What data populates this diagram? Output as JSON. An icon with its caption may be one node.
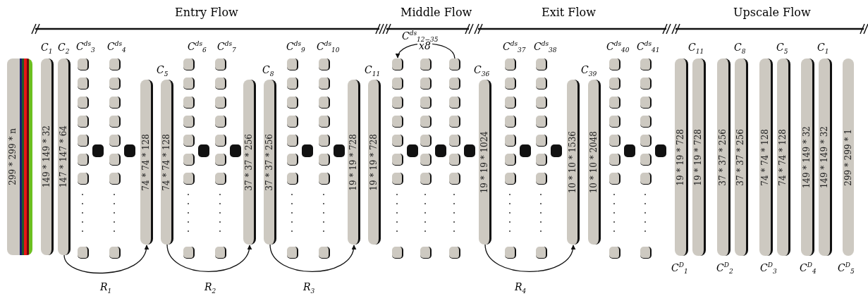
{
  "diagram": {
    "nodes": [
      {
        "text": [
          "299 * 299 * n"
        ]
      },
      {
        "text": [
          "149 * 149 * 32"
        ],
        "beside": [
          "C$_{1}$"
        ]
      },
      {
        "text": [
          "147 * 147 * 64"
        ],
        "beside": [
          "C$_{2}$"
        ]
      },
      {
        "text": [
          "74 * 74 * 128"
        ]
      },
      {
        "text": [
          "74 * 74 * 128"
        ],
        "beside": [
          "C$_{5}$"
        ]
      },
      {
        "text": [
          "37 * 37 * 256"
        ]
      },
      {
        "text": [
          "37 * 37 * 256"
        ],
        "beside": [
          "C$_{8}$"
        ]
      },
      {
        "text": [
          "19 * 19 * 728"
        ]
      },
      {
        "text": [
          "19 * 19 * 728"
        ],
        "beside": [
          "C$_{11}$"
        ]
      },
      {
        "text": [],
        "shape": "box"
      },
      {
        "text": [],
        "shape": "box"
      },
      {
        "text": [
          "19 * 19 * 1024"
        ],
        "beside": [
          "C$_{36}$"
        ]
      },
      {
        "text": [
          "10 * 10 * 1536"
        ]
      },
      {
        "text": [
          "10 * 10 * 2048"
        ],
        "beside": [
          "C$_{39}$"
        ]
      },
      {
        "text": [
          "19 * 19 * 728"
        ]
      },
      {
        "text": [
          "19 * 19 * 728"
        ],
        "beside": [
          "C$_{11}$"
        ]
      },
      {
        "text": [
          "37 * 37 * 256"
        ]
      },
      {
        "text": [
          "37 * 37 * 256"
        ],
        "beside": [
          "C$_{8}$"
        ]
      },
      {
        "text": [
          "74 * 74 * 128"
        ]
      },
      {
        "text": [
          "74 * 74 * 128"
        ],
        "beside": [
          "C$_{5}$"
        ]
      },
      {
        "text": [
          "149 * 149 * 32"
        ]
      },
      {
        "text": [
          "149 * 149 * 32"
        ],
        "beside": [
          "C$_{1}$"
        ]
      },
      {
        "text": [
          "299 * 299 * 1"
        ]
      }
    ],
    "edges": [
      {
        "from": 2,
        "to": 3,
        "arrow": "to",
        "label": "R$_{1}$"
      },
      {
        "from": 4,
        "to": 5,
        "arrow": "to",
        "label": "R$_{2}$"
      },
      {
        "from": 6,
        "to": 7,
        "arrow": "to",
        "label": "R$_{3}$"
      },
      {
        "from": 10,
        "to": 9,
        "arrow": "to",
        "label": "x8"
      },
      {
        "from": 11,
        "to": 12,
        "arrow": "to",
        "label": "R$_{4}$"
      }
    ],
    "labels": [
      "Entry Flow",
      "Middle Flow",
      "Exit Flow",
      "Upscale Flow",
      "C$^{ds}$$_{3}$",
      "C$^{ds}$$_{4}$",
      "C$^{ds}$$_{6}$",
      "C$^{ds}$$_{7}$",
      "C$^{ds}$$_{9}$",
      "C$^{ds}$$_{10}$",
      "C$^{ds}$$_{12−35}$",
      "C$^{ds}$$_{37}$",
      "C$^{ds}$$_{38}$",
      "C$^{ds}$$_{40}$",
      "C$^{ds}$$_{41}$",
      "C$^{D}$$_{1}$",
      "C$^{D}$$_{2}$",
      "C$^{D}$$_{3}$",
      "C$^{D}$$_{4}$",
      "C$^{D}$$_{5}$"
    ]
  }
}
